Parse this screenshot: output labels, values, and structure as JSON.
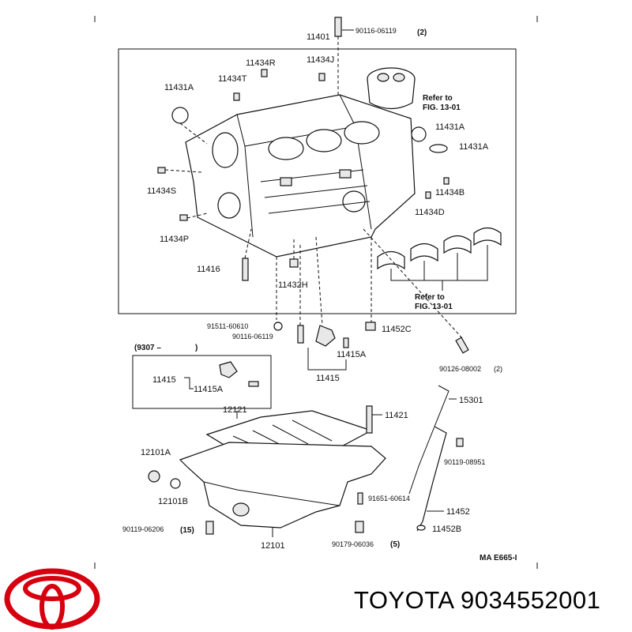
{
  "diagram": {
    "top_refs": {
      "bolt_top": "90116-06119",
      "bolt_top_qty": "(2)",
      "block": "11401"
    },
    "block_parts": {
      "p11434R": "11434R",
      "p11434J": "11434J",
      "p11431A_left": "11431A",
      "p11434T": "11434T",
      "refer1_line1": "Refer to",
      "refer1_line2": "FIG. 13-01",
      "p11431A_r1": "11431A",
      "p11431A_r2": "11431A",
      "p11434S": "11434S",
      "p11434B": "11434B",
      "p11434D": "11434D",
      "p11434P": "11434P",
      "p11416": "11416",
      "p11432H": "11432H",
      "refer2_line1": "Refer to",
      "refer2_line2": "FIG. 13-01"
    },
    "mid_parts": {
      "p91511": "91511-60610",
      "p90116b": "90116-06119",
      "p11452C": "11452C",
      "p11415A": "11415A",
      "p11415": "11415",
      "p90126": "90126-08002",
      "p90126_qty": "(2)"
    },
    "inset": {
      "title": "(9307 –",
      "p11415": "11415",
      "p11415A": "11415A"
    },
    "pan_parts": {
      "p12121": "12121",
      "p11421": "11421",
      "p15301": "15301",
      "p90119a": "90119-08951",
      "p12101A": "12101A",
      "p12101B": "12101B",
      "p91651": "91651-60614",
      "p11452": "11452",
      "p11452B": "11452B",
      "p90119b": "90119-06206",
      "p90119b_qty": "(15)",
      "p12101": "12101",
      "p90179": "90179-06036",
      "p90179_qty": "(5)",
      "code": "MA E665-I"
    }
  },
  "footer": {
    "brand_text": "TOYOTA 9034552001",
    "logo_color": "#d7000f"
  }
}
